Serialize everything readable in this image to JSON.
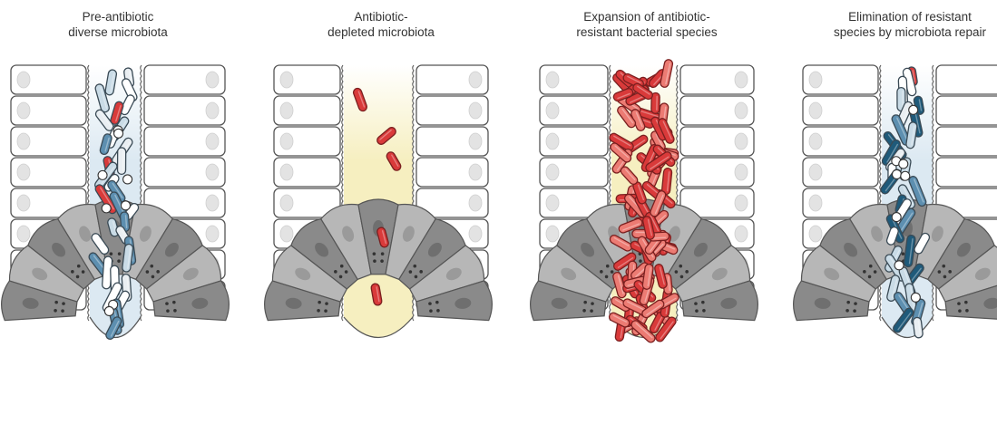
{
  "panels": [
    {
      "id": "pre-antibiotic",
      "title_lines": [
        "Pre-antibiotic",
        "diverse microbiota"
      ],
      "lumen": "blue",
      "bacteria": "diverse"
    },
    {
      "id": "antibiotic-depleted",
      "title_lines": [
        "Antibiotic-",
        "depleted microbiota"
      ],
      "lumen": "yellow",
      "bacteria": "sparse-red"
    },
    {
      "id": "expansion-resistant",
      "title_lines": [
        "Expansion of antibiotic-",
        "resistant bacterial species"
      ],
      "lumen": "yellow",
      "bacteria": "dense-red"
    },
    {
      "id": "elimination-resistant",
      "title_lines": [
        "Elimination of resistant",
        "species by microbiota repair"
      ],
      "lumen": "blue",
      "bacteria": "restored"
    }
  ],
  "colors": {
    "red": "#d93a3a",
    "red_light": "#ec7b73",
    "blue_dark": "#1f5a7a",
    "blue_mid": "#5d8fb0",
    "blue_light": "#c9dbe6",
    "grey_cell": "#8a8a8a",
    "grey_cell_light": "#b7b7b7",
    "lumen_blue": "#dce9f2",
    "lumen_yellow": "#f6efc0",
    "outline": "#555555"
  }
}
